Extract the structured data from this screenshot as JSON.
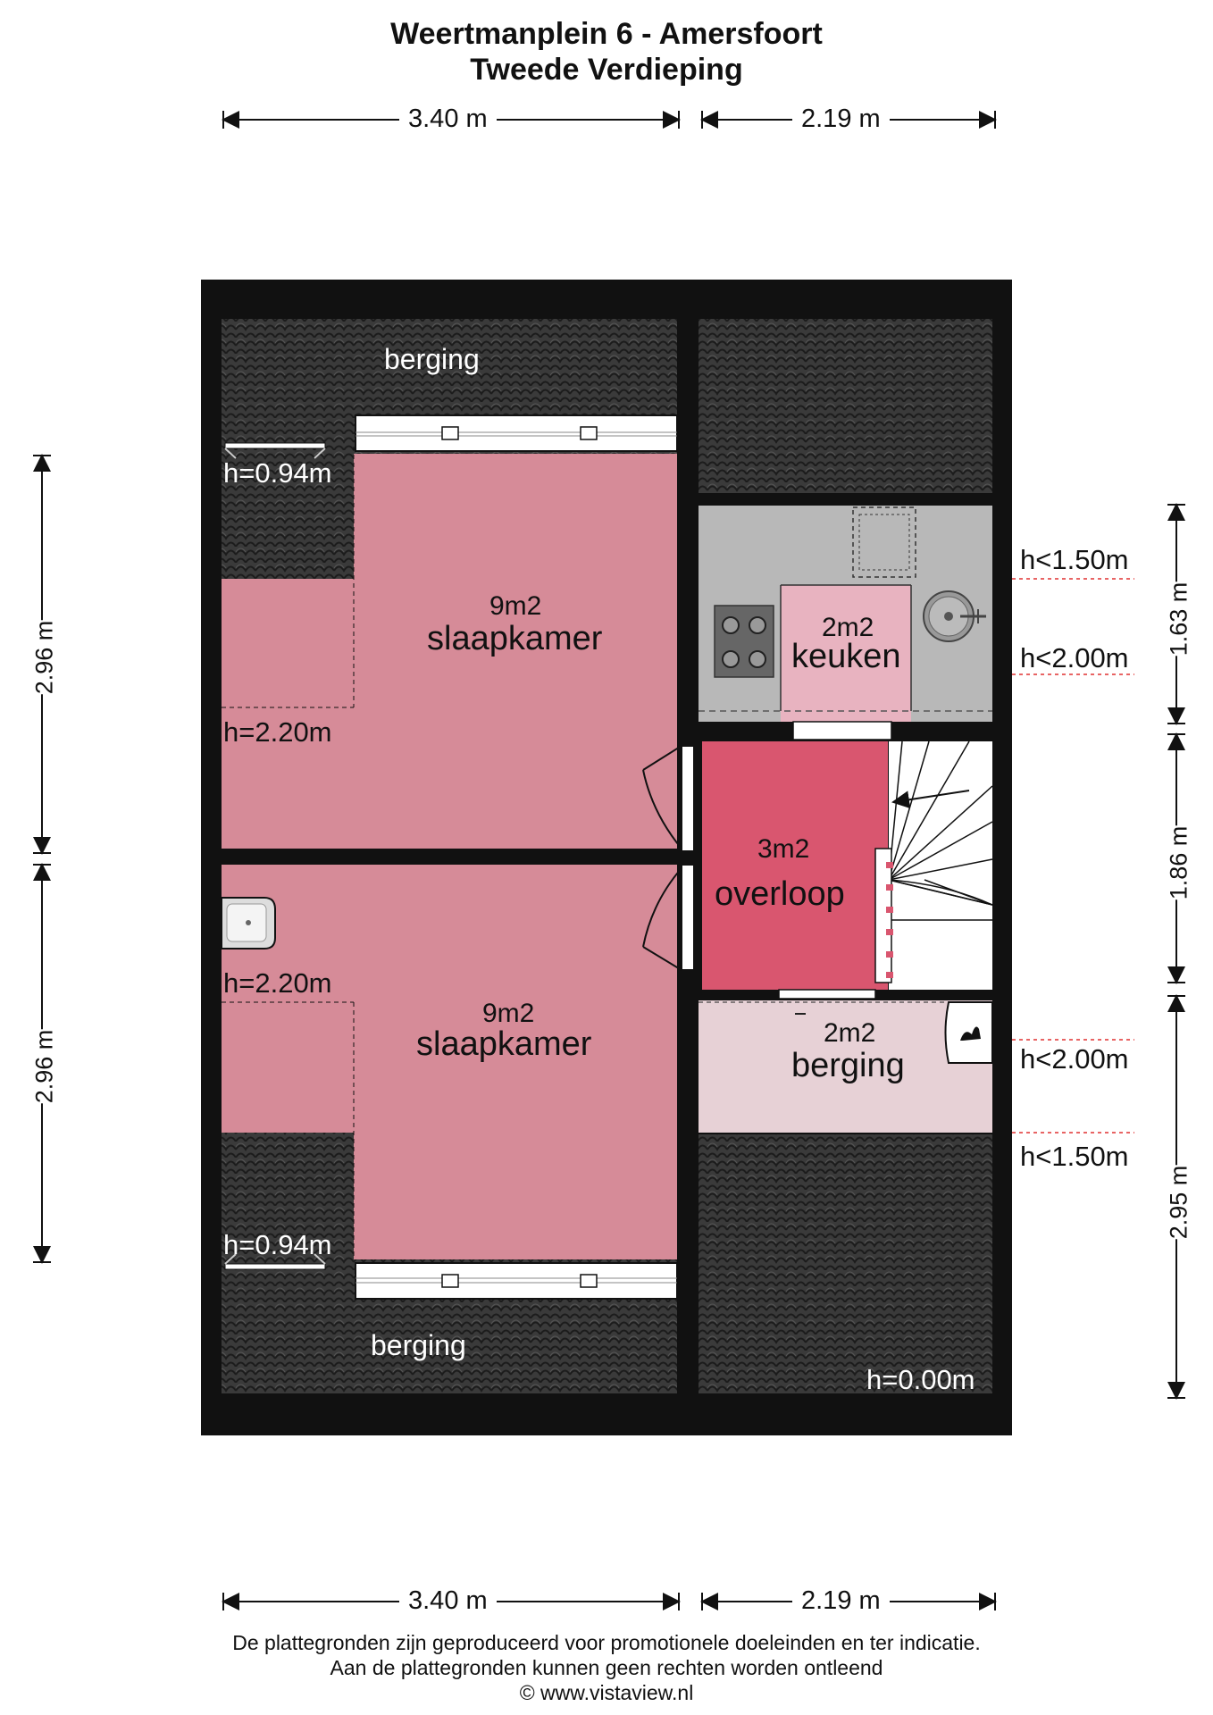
{
  "header": {
    "title": "Weertmanplein 6 - Amersfoort",
    "subtitle": "Tweede Verdieping"
  },
  "dimensions": {
    "top_left": "3.40 m",
    "top_right": "2.19 m",
    "bottom_left": "3.40 m",
    "bottom_right": "2.19 m",
    "left_upper": "2.96 m",
    "left_lower": "2.96 m",
    "right_1": "1.63 m",
    "right_2": "1.86 m",
    "right_3": "2.95 m"
  },
  "rooms": {
    "berging_top": {
      "name": "berging"
    },
    "slaapkamer_1": {
      "area": "9m2",
      "name": "slaapkamer"
    },
    "keuken": {
      "area": "2m2",
      "name": "keuken"
    },
    "overloop": {
      "area": "3m2",
      "name": "overloop"
    },
    "slaapkamer_2": {
      "area": "9m2",
      "name": "slaapkamer"
    },
    "berging_mid": {
      "area": "2m2",
      "name": "berging"
    },
    "berging_bottom": {
      "name": "berging"
    }
  },
  "heights": {
    "h1": "h=0.94m",
    "h2": "h=2.20m",
    "h3": "h=2.20m",
    "h4": "h=0.94m",
    "h5": "h=0.00m",
    "h6": "h<1.50m",
    "h7": "h<2.00m",
    "h8": "h<2.00m",
    "h9": "h<1.50m"
  },
  "footer": {
    "line1": "De plattegronden zijn geproduceerd voor promotionele doeleinden en ter indicatie.",
    "line2": "Aan de plattegronden kunnen geen rechten worden ontleend",
    "line3": "© www.vistaview.nl"
  },
  "colors": {
    "wall": "#111111",
    "roof": "#3a3a3a",
    "bedroom": "#d68b98",
    "overloop": "#d9566f",
    "keuken": "#e8b3c0",
    "kitchen_counter": "#b8b8b8",
    "berging_mid": "#e7d1d6"
  }
}
